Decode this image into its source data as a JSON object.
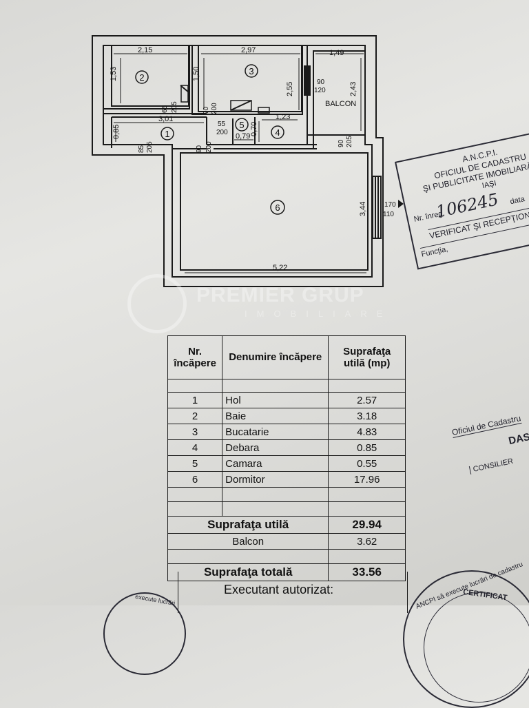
{
  "plan": {
    "dims": {
      "d_215": "2,15",
      "d_297": "2,97",
      "d_149": "1,49",
      "d_153": "1,53",
      "d_150": "1,50",
      "d_255": "2,55",
      "d_243": "2,43",
      "d_301": "3,01",
      "d_123": "1,23",
      "d_079": "0,79",
      "d_070": "0,70",
      "d_085": "0,85",
      "d_344": "3,44",
      "d_522": "5,22"
    },
    "doors": {
      "a_top": "65",
      "a_bot": "205",
      "b_top": "70",
      "b_bot": "200",
      "c_top": "55",
      "c_bot": "200",
      "d_top": "85",
      "d_bot": "205",
      "e_top": "90",
      "e_bot": "200",
      "f_top": "90",
      "f_bot": "205",
      "g_top": "90",
      "g_bot": "120",
      "h_top": "170",
      "h_bot": "110"
    },
    "room_numbers": [
      "1",
      "2",
      "3",
      "4",
      "5",
      "6"
    ],
    "balcon_label": "BALCON"
  },
  "watermark": {
    "name": "PREMIER GRUP",
    "sub": "IMOBILIARE"
  },
  "table": {
    "headers": {
      "nr": "Nr. încăpere",
      "name": "Denumire încăpere",
      "area": "Suprafaţa utilă (mp)"
    },
    "rows": [
      {
        "nr": "1",
        "name": "Hol",
        "area": "2.57"
      },
      {
        "nr": "2",
        "name": "Baie",
        "area": "3.18"
      },
      {
        "nr": "3",
        "name": "Bucatarie",
        "area": "4.83"
      },
      {
        "nr": "4",
        "name": "Debara",
        "area": "0.85"
      },
      {
        "nr": "5",
        "name": "Camara",
        "area": "0.55"
      },
      {
        "nr": "6",
        "name": "Dormitor",
        "area": "17.96"
      }
    ],
    "useful_label": "Suprafaţa utilă",
    "useful_value": "29.94",
    "balcon_label": "Balcon",
    "balcon_value": "3.62",
    "total_label": "Suprafaţa totală",
    "total_value": "33.56"
  },
  "executant": {
    "label": "Executant autorizat:"
  },
  "stamps": {
    "ancpi": {
      "l1": "A.N.C.P.I.",
      "l2": "OFICIUL DE CADASTRU",
      "l3": "ŞI PUBLICITATE IMOBILIARĂ",
      "l4": "IAŞI",
      "nr": "Nr. înreg.",
      "hand": "106245",
      "data": "data",
      "ver": "VERIFICAT ŞI RECEPŢIONAT",
      "fun": "Funcţia,"
    },
    "oficiu": {
      "o": "Oficiul de Cadastru",
      "d": "DASC",
      "c": "CONSILIER"
    },
    "seal": {
      "t1": "ANCPI să execute lucrări de cadastru",
      "t2": "CERTIFICAT"
    },
    "seal_left": {
      "t": "execute lucrări"
    }
  }
}
